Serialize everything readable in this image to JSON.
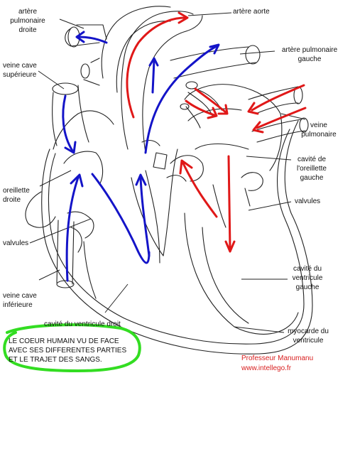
{
  "labels": {
    "arter_pulmonaire_droite": [
      "artère",
      "pulmonaire",
      "droite"
    ],
    "artere_aorte": [
      "artère aorte"
    ],
    "veine_cave_superieure": [
      "veine cave",
      "supérieure"
    ],
    "artere_pulmonaire_gauche": [
      "artère pulmonaire",
      "gauche"
    ],
    "veine_pulmonaire": [
      "veine",
      "pulmonaire"
    ],
    "cavite_oreillette_gauche": [
      "cavité de",
      "l'oreillette",
      "gauche"
    ],
    "oreillette_droite": [
      "oreillette",
      "droite"
    ],
    "valvules_left": [
      "valvules"
    ],
    "valvules_right": [
      "valvules"
    ],
    "cavite_ventricule_gauche": [
      "cavité du",
      "ventricule",
      "gauche"
    ],
    "veine_cave_inferieure": [
      "veine cave",
      "inférieure"
    ],
    "cavite_ventricule_droit": [
      "cavité du ventricule droit"
    ],
    "myocarde_ventricule": [
      "myocarde du",
      "ventricule"
    ]
  },
  "caption": [
    "LE COEUR HUMAIN VU DE FACE",
    "AVEC SES DIFFERENTES PARTIES",
    "ET LE TRAJET DES SANGS."
  ],
  "credit": {
    "author": "Professeur Manumanu",
    "site": "www.intellego.fr"
  },
  "colors": {
    "outline": "#222222",
    "oxygen_poor_blood": "#1414c8",
    "oxygen_rich_blood": "#e01818",
    "caption_ring": "#33dd22",
    "credit_text": "#d81e1e"
  }
}
